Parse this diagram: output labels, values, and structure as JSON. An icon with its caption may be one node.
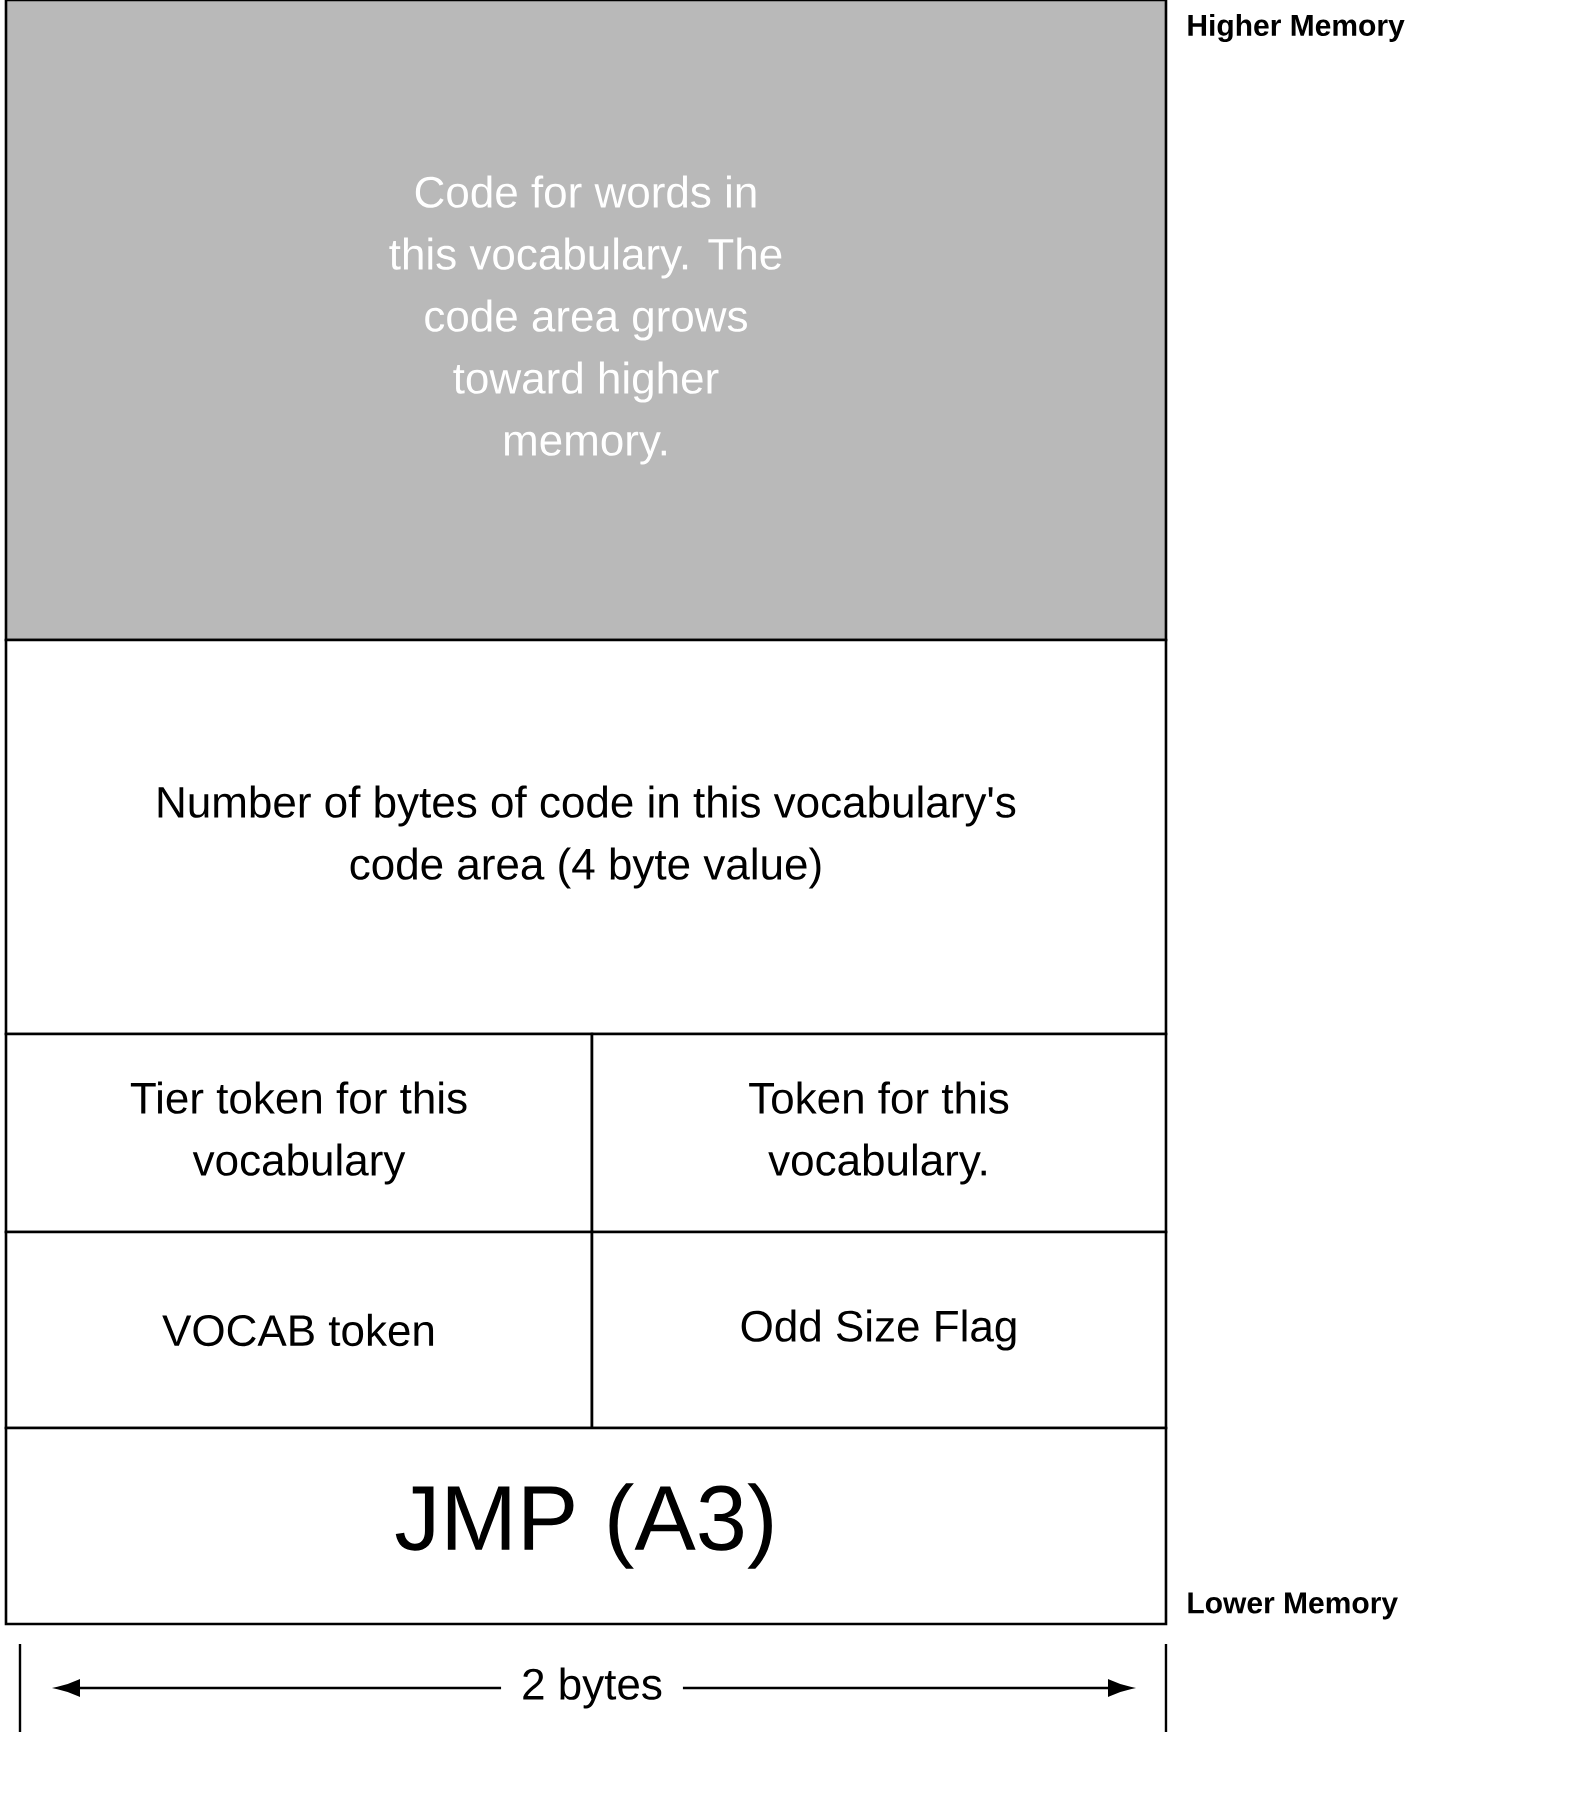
{
  "diagram": {
    "nodes": [
      {
        "text": [
          "Code for words in this vocabulary. The code area grows toward higher memory."
        ]
      },
      {
        "text": [
          "Number of bytes of code in this vocabulary's code area (4 byte value)"
        ]
      },
      {
        "text": [
          "Tier token for this vocabulary"
        ]
      },
      {
        "text": [
          "Token for this vocabulary."
        ]
      },
      {
        "text": [
          "VOCAB token"
        ]
      },
      {
        "text": [
          "Odd Size Flag"
        ]
      },
      {
        "text": [
          "JMP (A3)"
        ]
      }
    ],
    "labels": [
      "Higher Memory",
      "Lower Memory",
      "2 bytes"
    ]
  }
}
